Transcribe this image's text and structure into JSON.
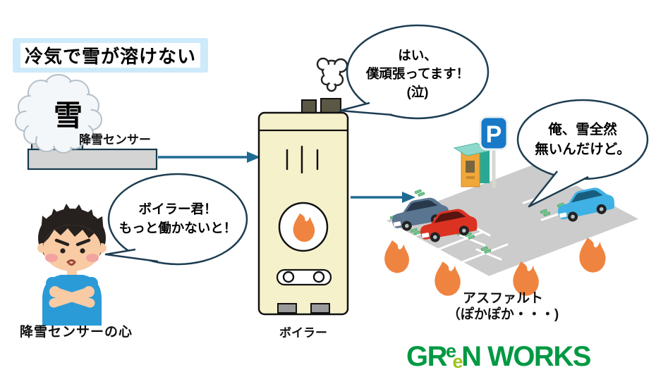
{
  "title": {
    "text": "冷気で雪が溶けない"
  },
  "snow": {
    "cloud_label": "雪",
    "sensor_label": "降雪センサー"
  },
  "boiler": {
    "caption": "ボイラー"
  },
  "person": {
    "caption": "降雪センサーの心"
  },
  "asphalt": {
    "line1": "アスファルト",
    "line2": "（ぽかぽか・・・)"
  },
  "bubbles": {
    "boiler": {
      "lines": [
        "はい、",
        "僕頑張ってます！",
        "(泣)"
      ]
    },
    "parking": {
      "lines": [
        "俺、雪全然",
        "無いんだけど。"
      ]
    },
    "person": {
      "lines": [
        "ボイラー君！",
        "もっと働かないと！"
      ]
    }
  },
  "parking": {
    "sign_letter": "P"
  },
  "logo": {
    "gr": "GR",
    "e1": "e",
    "e2": "e",
    "nworks": "N WORKS"
  },
  "colors": {
    "bubble_border": "#1d3d52",
    "arrow_teal": "#1e6b93",
    "title_bg": "#cdeafa",
    "boiler_cream": "#f5f1cb",
    "flame_orange": "#ef8440",
    "parking_sign_blue": "#1779c7",
    "logo_green": "#009943",
    "logo_lime": "#9ec41d"
  }
}
